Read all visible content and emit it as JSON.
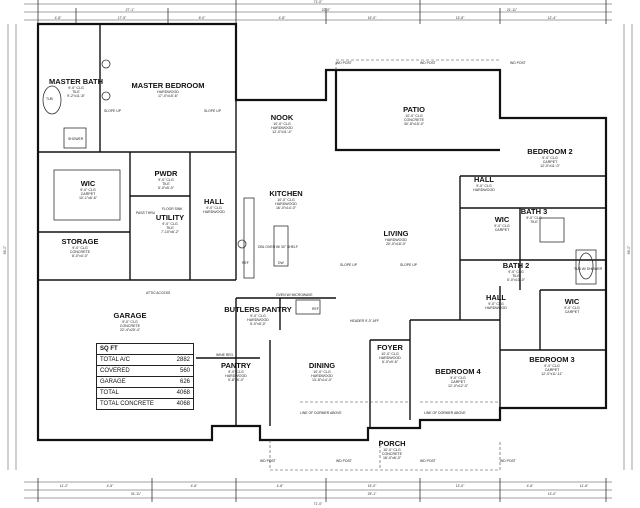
{
  "rooms": [
    {
      "key": "master_bath",
      "name": "MASTER BATH",
      "sub": [
        "9'-0\" CLG",
        "TILE",
        "9'-2\"x11'-8\""
      ]
    },
    {
      "key": "master_bedroom",
      "name": "MASTER BEDROOM",
      "sub": [
        "HARDWOOD",
        "17'-0\"x15'-6\""
      ]
    },
    {
      "key": "nook",
      "name": "NOOK",
      "sub": [
        "10'-0\" CLG",
        "HARDWOOD",
        "12'-0\"x11'-4\""
      ]
    },
    {
      "key": "patio",
      "name": "PATIO",
      "sub": [
        "10'-0\" CLG",
        "CONCRETE",
        "30'-8\"x15'-0\""
      ]
    },
    {
      "key": "wic_master",
      "name": "WIC",
      "sub": [
        "9'-0\" CLG",
        "CARPET",
        "10'-1\"x6'-6\""
      ]
    },
    {
      "key": "pwdr",
      "name": "PWDR",
      "sub": [
        "9'-0\" CLG",
        "TILE",
        "5'-0\"x5'-0\""
      ]
    },
    {
      "key": "hall_west",
      "name": "HALL",
      "sub": [
        "9'-0\" CLG",
        "HARDWOOD"
      ]
    },
    {
      "key": "kitchen",
      "name": "KITCHEN",
      "sub": [
        "10'-0\" CLG",
        "HARDWOOD",
        "16'-0\"x14'-0\""
      ]
    },
    {
      "key": "utility",
      "name": "UTILITY",
      "sub": [
        "9'-0\" CLG",
        "TILE",
        "7'-10\"x8'-2\""
      ]
    },
    {
      "key": "storage",
      "name": "STORAGE",
      "sub": [
        "9'-0\" CLG",
        "CONCRETE",
        "8'-0\"x4'-0\""
      ]
    },
    {
      "key": "living",
      "name": "LIVING",
      "sub": [
        "HARDWOOD",
        "20'-0\"x18'-0\""
      ]
    },
    {
      "key": "bedroom2",
      "name": "BEDROOM 2",
      "sub": [
        "9'-0\" CLG",
        "CARPET",
        "12'-0\"x11'-0\""
      ]
    },
    {
      "key": "hall_east",
      "name": "HALL",
      "sub": [
        "9'-0\" CLG",
        "HARDWOOD"
      ]
    },
    {
      "key": "wic2",
      "name": "WIC",
      "sub": [
        "9'-0\" CLG",
        "CARPET"
      ]
    },
    {
      "key": "bath3",
      "name": "BATH 3",
      "sub": [
        "9'-0\" CLG",
        "TILE"
      ]
    },
    {
      "key": "bath2",
      "name": "BATH 2",
      "sub": [
        "9'-0\" CLG",
        "TILE",
        "5'-0\"x10'-0\""
      ]
    },
    {
      "key": "garage",
      "name": "GARAGE",
      "sub": [
        "9'-0\" CLG",
        "CONCRETE",
        "22'-4\"x25'-4\""
      ]
    },
    {
      "key": "butlers_pantry",
      "name": "BUTLERS PANTRY",
      "sub": [
        "9'-0\" CLG",
        "HARDWOOD",
        "5'-0\"x5'-0\""
      ]
    },
    {
      "key": "hall_bed",
      "name": "HALL",
      "sub": [
        "9'-0\" CLG",
        "HARDWOOD"
      ]
    },
    {
      "key": "wic3",
      "name": "WIC",
      "sub": [
        "9'-0\" CLG",
        "CARPET"
      ]
    },
    {
      "key": "foyer",
      "name": "FOYER",
      "sub": [
        "10'-0\" CLG",
        "HARDWOOD",
        "6'-0\"x9'-6\""
      ]
    },
    {
      "key": "pantry",
      "name": "PANTRY",
      "sub": [
        "9'-0\" CLG",
        "HARDWOOD",
        "5'-8\"x6'-0\""
      ]
    },
    {
      "key": "dining",
      "name": "DINING",
      "sub": [
        "10'-0\" CLG",
        "HARDWOOD",
        "13'-8\"x14'-0\""
      ]
    },
    {
      "key": "bedroom4",
      "name": "BEDROOM 4",
      "sub": [
        "9'-0\" CLG",
        "CARPET",
        "12'-0\"x12'-0\""
      ]
    },
    {
      "key": "bedroom3",
      "name": "BEDROOM 3",
      "sub": [
        "9'-0\" CLG",
        "CARPET",
        "12'-0\"x11'-11\""
      ]
    },
    {
      "key": "porch",
      "name": "PORCH",
      "sub": [
        "10'-0\" CLG",
        "CONCRETE",
        "18'-0\"x6'-0\""
      ]
    }
  ],
  "notes": {
    "wd_post_1": "WD POST",
    "wd_post_2": "WD POST",
    "wd_post_3": "WD POST",
    "wd_post_porch_1": "WD POST",
    "wd_post_porch_2": "WD POST",
    "wd_post_porch_3": "WD POST",
    "wd_post_porch_4": "WD POST",
    "slope_up_1": "SLOPE UP",
    "slope_up_2": "SLOPE UP",
    "slope_up_3": "SLOPE UP",
    "slope_up_4": "SLOPE UP",
    "attic_access": "ATTIC ACCESS",
    "floor_sink": "FLOOR SINK",
    "pass_thru": "PASS THRU",
    "ref": "REF",
    "dw": "DW",
    "refrig": "REF",
    "dbl_oven": "DBL OVEN W/ 30\" SHELF",
    "oven_mw": "OVEN W/ MICROWAVE",
    "tub_shower": "TUB W/ SHOWER",
    "header": "HEADER 9'-0\" AFF",
    "dormer_1": "LINE OF DORMER ABOVE",
    "dormer_2": "LINE OF DORMER ABOVE",
    "wine": "WINE REG",
    "tub": "TUB",
    "shower": "SHOWER"
  },
  "dims": {
    "top_total": "71'-0\"",
    "top_a": "4'-8\"",
    "top_b": "17'-5\"",
    "top_c": "6'-0\"",
    "top_d": "4'-8\"",
    "top_e": "15'-0\"",
    "top_f": "13'-8\"",
    "top_g": "12'-4\"",
    "top2_a": "27'-1\"",
    "top2_b": "22'-0\"",
    "top2_c": "21'-11\"",
    "bot_total": "71'-0\"",
    "bot_a": "11'-2\"",
    "bot_b": "4'-5\"",
    "bot_c": "4'-6\"",
    "bot_d": "4'-8\"",
    "bot_e": "15'-0\"",
    "bot_f": "13'-0\"",
    "bot_g": "4'-6\"",
    "bot_h": "11'-6\"",
    "bot2_a": "31'-11\"",
    "bot2_b": "25'-1\"",
    "bot2_c": "13'-0\"",
    "left_total": "56'-0\"",
    "right_total": "56'-0\""
  },
  "sqft": {
    "title": "SQ FT",
    "rows": [
      {
        "label": "TOTAL A/C",
        "value": "2882"
      },
      {
        "label": "COVERED",
        "value": "560"
      },
      {
        "label": "GARAGE",
        "value": "626"
      },
      {
        "label": "TOTAL",
        "value": "4068"
      },
      {
        "label": "TOTAL CONCRETE",
        "value": "4068"
      }
    ]
  }
}
